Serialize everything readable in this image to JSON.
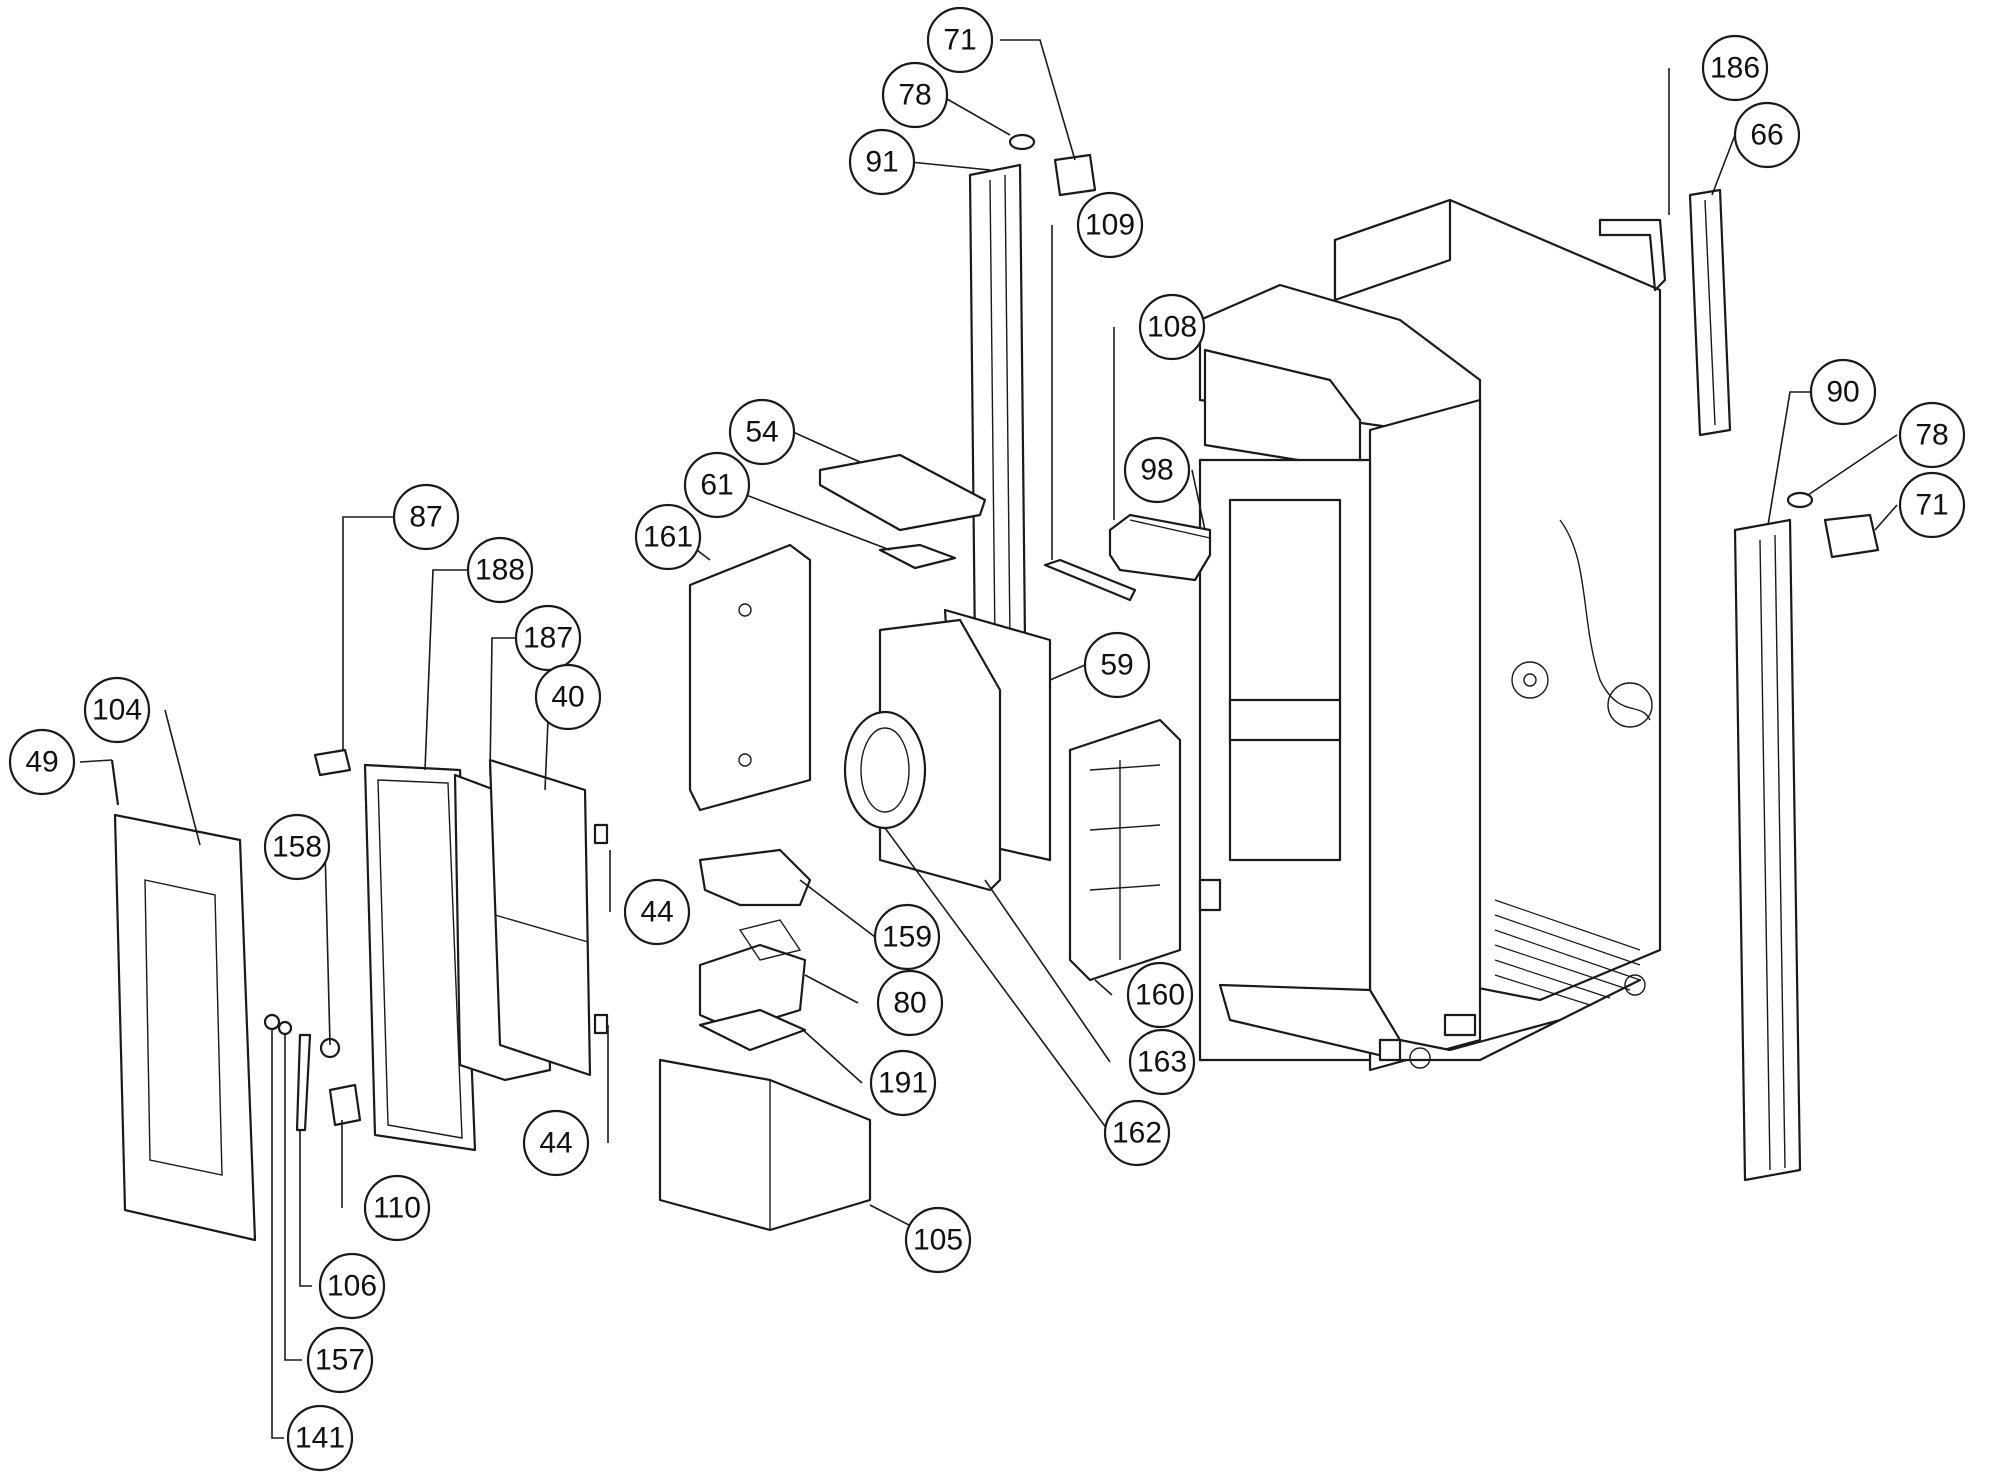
{
  "callouts": [
    {
      "id": "c71a",
      "label": "71"
    },
    {
      "id": "c78a",
      "label": "78"
    },
    {
      "id": "c91",
      "label": "91"
    },
    {
      "id": "c186",
      "label": "186"
    },
    {
      "id": "c66",
      "label": "66"
    },
    {
      "id": "c109",
      "label": "109"
    },
    {
      "id": "c108",
      "label": "108"
    },
    {
      "id": "c90",
      "label": "90"
    },
    {
      "id": "c78b",
      "label": "78"
    },
    {
      "id": "c71b",
      "label": "71"
    },
    {
      "id": "c54",
      "label": "54"
    },
    {
      "id": "c98",
      "label": "98"
    },
    {
      "id": "c61",
      "label": "61"
    },
    {
      "id": "c161",
      "label": "161"
    },
    {
      "id": "c87",
      "label": "87"
    },
    {
      "id": "c188",
      "label": "188"
    },
    {
      "id": "c187",
      "label": "187"
    },
    {
      "id": "c59",
      "label": "59"
    },
    {
      "id": "c40",
      "label": "40"
    },
    {
      "id": "c104",
      "label": "104"
    },
    {
      "id": "c49",
      "label": "49"
    },
    {
      "id": "c158",
      "label": "158"
    },
    {
      "id": "c44a",
      "label": "44"
    },
    {
      "id": "c159",
      "label": "159"
    },
    {
      "id": "c160",
      "label": "160"
    },
    {
      "id": "c80",
      "label": "80"
    },
    {
      "id": "c163",
      "label": "163"
    },
    {
      "id": "c44b",
      "label": "44"
    },
    {
      "id": "c191",
      "label": "191"
    },
    {
      "id": "c162",
      "label": "162"
    },
    {
      "id": "c110",
      "label": "110"
    },
    {
      "id": "c105",
      "label": "105"
    },
    {
      "id": "c106",
      "label": "106"
    },
    {
      "id": "c157",
      "label": "157"
    },
    {
      "id": "c141",
      "label": "141"
    }
  ]
}
